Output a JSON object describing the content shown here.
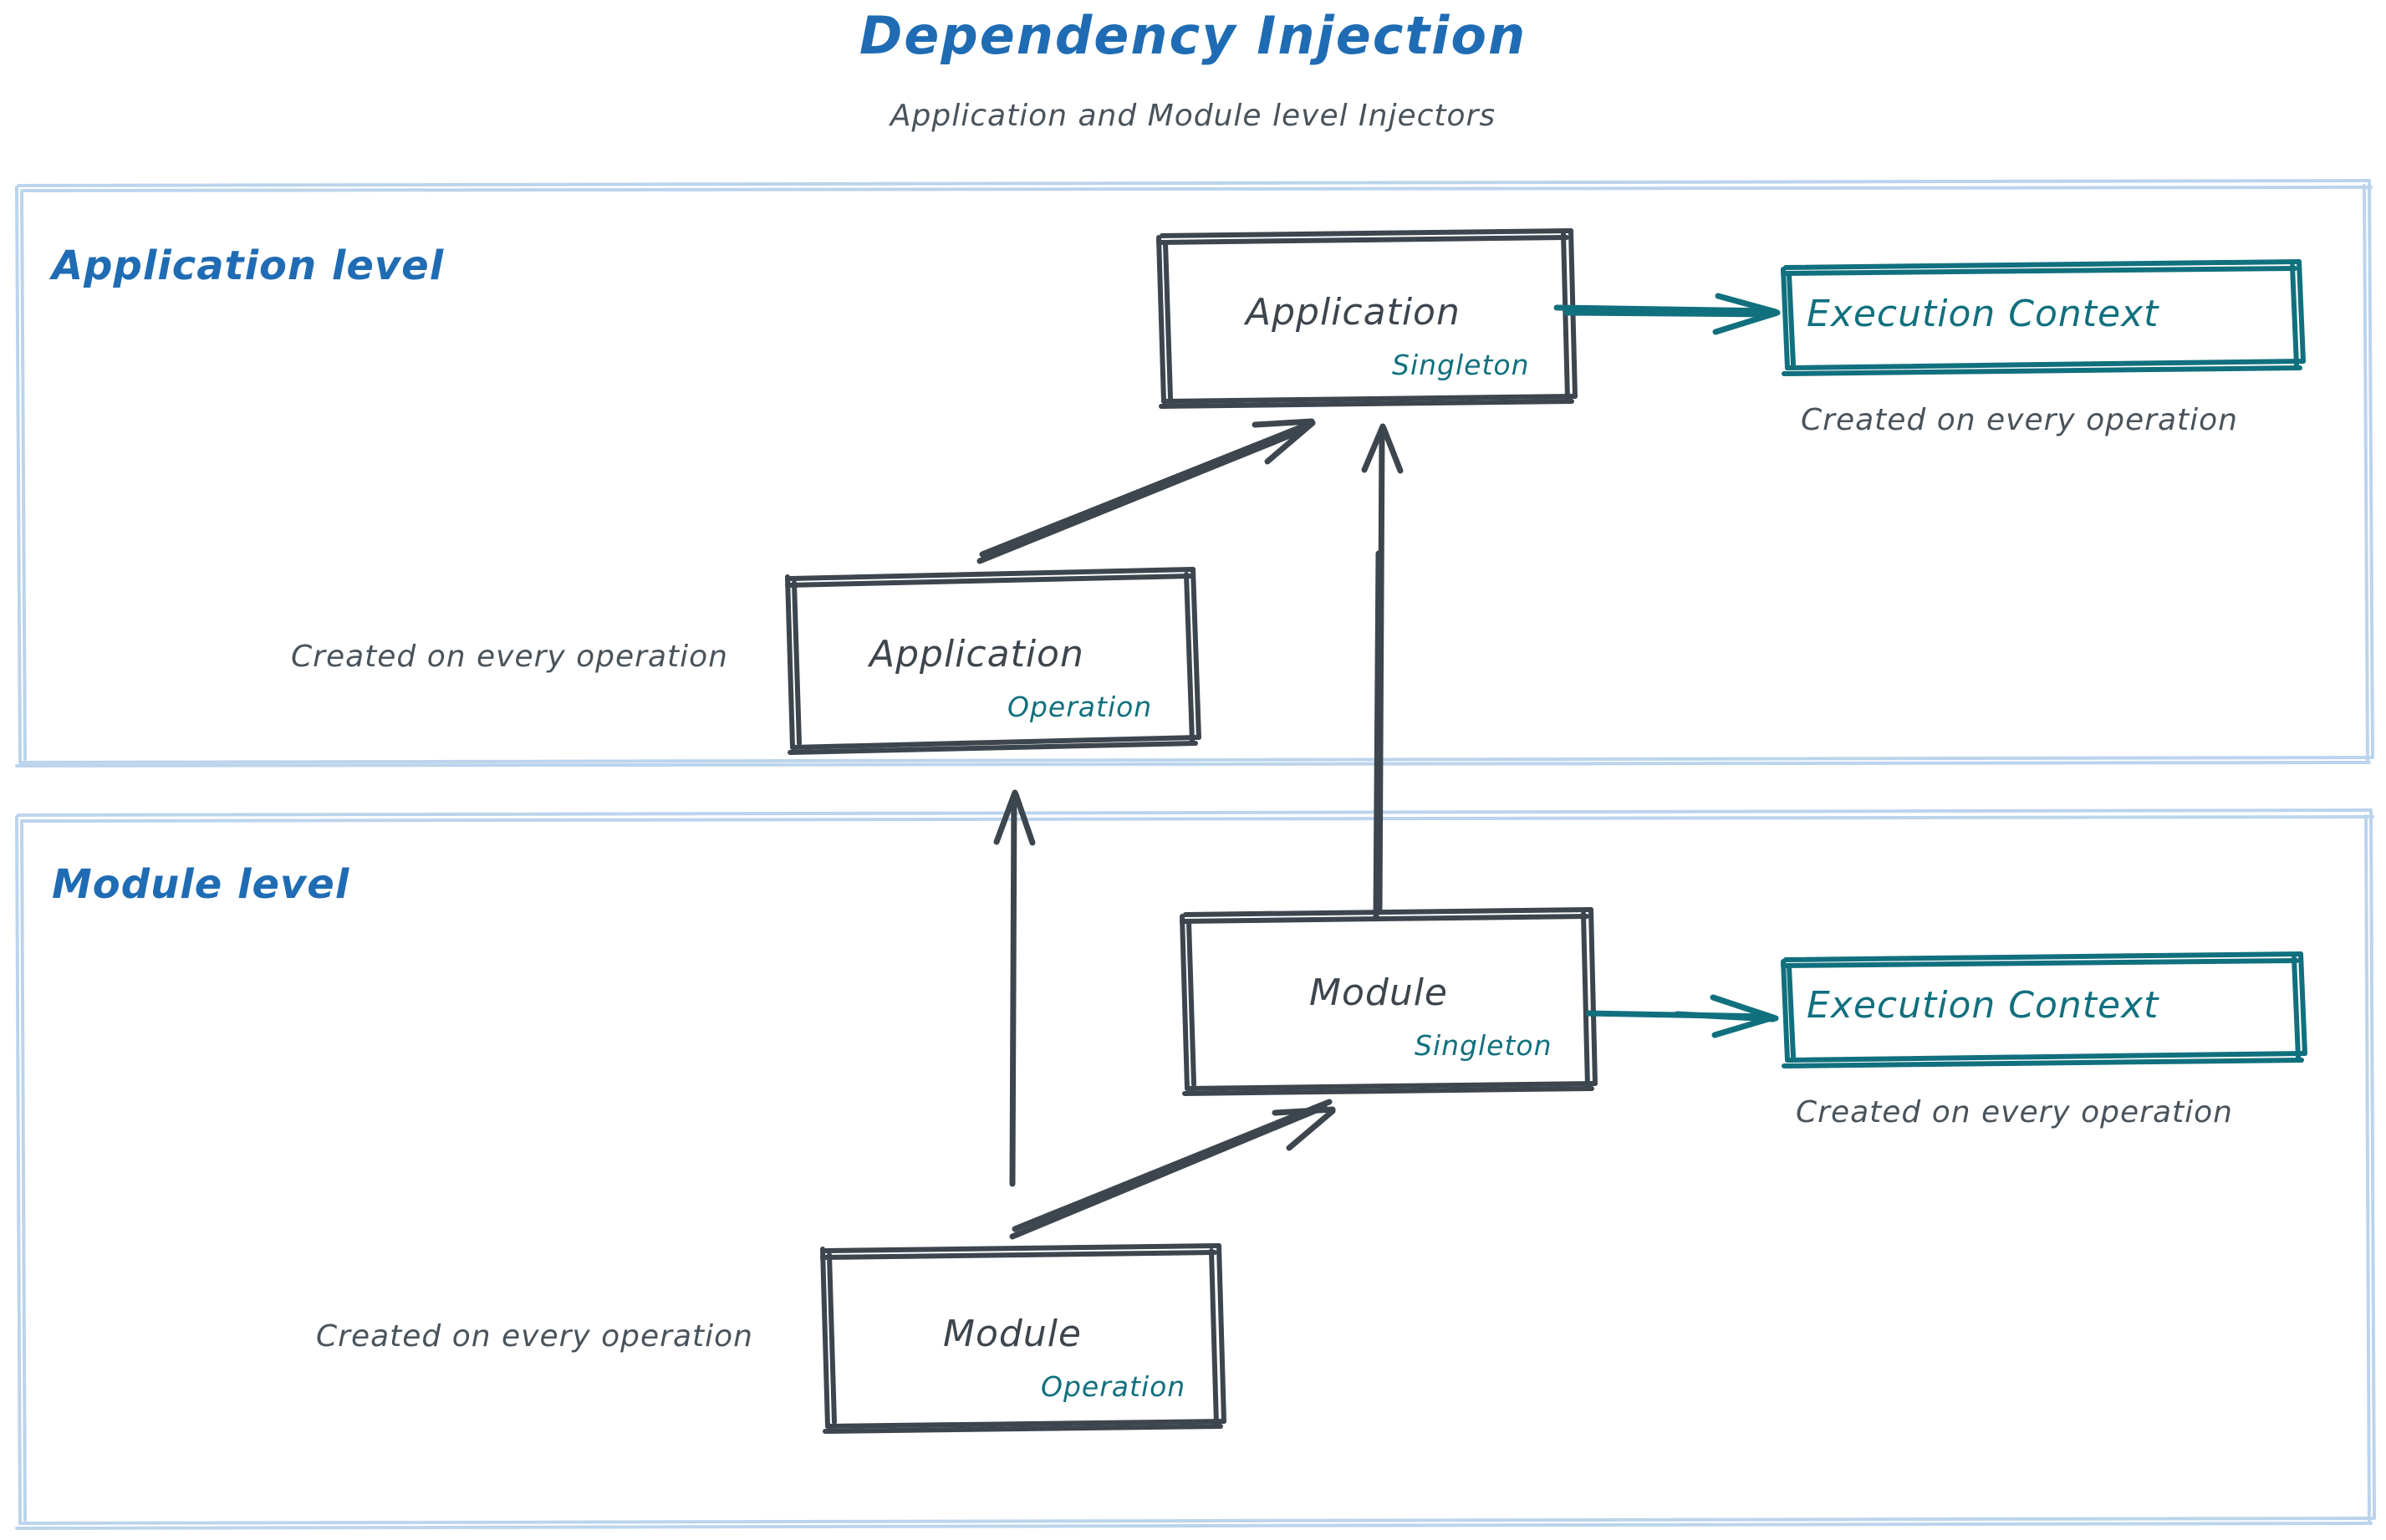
{
  "header": {
    "title": "Dependency Injection",
    "subtitle": "Application and Module level Injectors"
  },
  "colors": {
    "title_blue": "#1f6cb4",
    "lane_border": "#bcd4ec",
    "node_stroke": "#3d454e",
    "node_text": "#3d454e",
    "accent_teal": "#11707e",
    "annotation_gray": "#49535c",
    "background": "#ffffff"
  },
  "lanes": [
    {
      "id": "application-level",
      "label": "Application level"
    },
    {
      "id": "module-level",
      "label": "Module level"
    }
  ],
  "nodes": {
    "app_singleton": {
      "title": "Application",
      "scope": "Singleton"
    },
    "app_operation": {
      "title": "Application",
      "scope": "Operation"
    },
    "mod_singleton": {
      "title": "Module",
      "scope": "Singleton"
    },
    "mod_operation": {
      "title": "Module",
      "scope": "Operation"
    },
    "ctx_application": {
      "title": "Execution Context"
    },
    "ctx_module": {
      "title": "Execution Context"
    }
  },
  "annotations": {
    "ctx_application_note": "Created on every operation",
    "ctx_module_note": "Created on every operation",
    "app_operation_note": "Created on every operation",
    "mod_operation_note": "Created on every operation"
  },
  "edges": [
    {
      "id": "app-singleton-to-ctx",
      "from": "app_singleton",
      "to": "ctx_application",
      "style": "teal-arrow"
    },
    {
      "id": "mod-singleton-to-ctx",
      "from": "mod_singleton",
      "to": "ctx_module",
      "style": "teal-arrow"
    },
    {
      "id": "app-operation-to-app-singleton",
      "from": "app_operation",
      "to": "app_singleton",
      "style": "dark-arrow"
    },
    {
      "id": "mod-singleton-to-app-singleton",
      "from": "mod_singleton",
      "to": "app_singleton",
      "style": "dark-arrow"
    },
    {
      "id": "mod-operation-to-mod-singleton",
      "from": "mod_operation",
      "to": "mod_singleton",
      "style": "dark-arrow"
    },
    {
      "id": "mod-operation-to-app-operation",
      "from": "mod_operation",
      "to": "app_operation",
      "style": "dark-arrow"
    }
  ]
}
